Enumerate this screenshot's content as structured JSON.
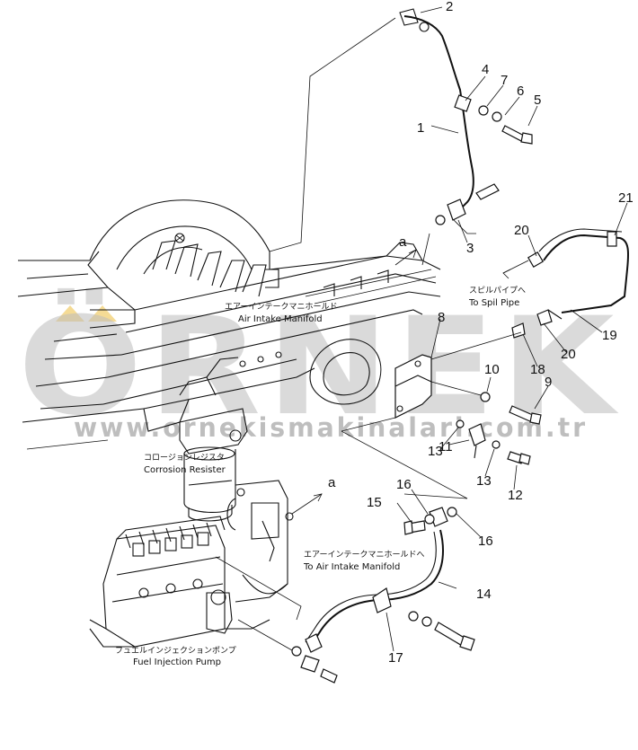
{
  "watermark": {
    "word": "ÖRNEK",
    "url": "www.ornekismakinalari.com.tr",
    "color": "#bdbdbd"
  },
  "callouts": [
    "1",
    "2",
    "3",
    "4",
    "5",
    "6",
    "7",
    "8",
    "9",
    "10",
    "11",
    "12",
    "13",
    "13",
    "14",
    "15",
    "16",
    "16",
    "17",
    "18",
    "19",
    "20",
    "20",
    "21"
  ],
  "labels": {
    "air_intake_jp": "エアーインテークマニホールド",
    "air_intake_en": "Air Intake Manifold",
    "corrosion_jp": "コロージョンレジスタ",
    "corrosion_en": "Corrosion Resister",
    "fuel_pump_jp": "フュエルインジェクションポンプ",
    "fuel_pump_en": "Fuel Injection Pump",
    "spill_jp": "スピルパイプへ",
    "spill_en": "To Spil Pipe",
    "to_air_intake_jp": "エアーインテークマニホールドへ",
    "to_air_intake_en": "To Air Intake Manifold",
    "ref_a_top": "a",
    "ref_a_mid": "a"
  }
}
